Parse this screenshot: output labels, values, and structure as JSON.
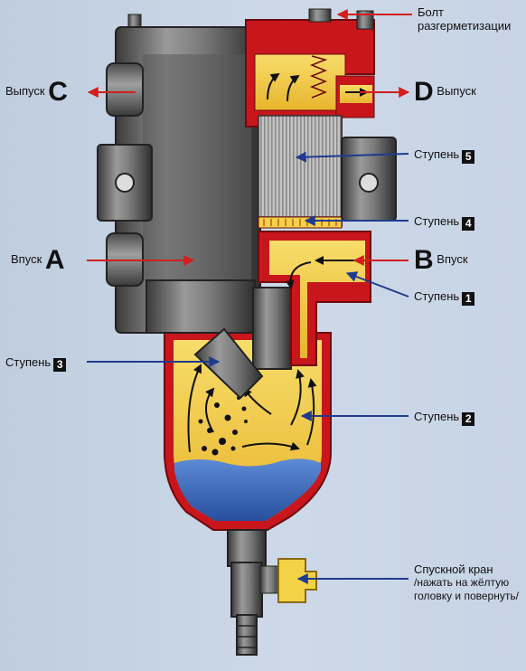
{
  "labels": {
    "bolt": {
      "line1": "Болт",
      "line2": "разгерметизации"
    },
    "outlet_c": {
      "text": "Выпуск",
      "letter": "C"
    },
    "outlet_d": {
      "letter": "D",
      "text": "Выпуск"
    },
    "inlet_a": {
      "text": "Впуск",
      "letter": "A"
    },
    "inlet_b": {
      "letter": "B",
      "text": "Впуск"
    },
    "stage5": {
      "text": "Ступень",
      "num": "5"
    },
    "stage4": {
      "text": "Ступень",
      "num": "4"
    },
    "stage1": {
      "text": "Ступень",
      "num": "1"
    },
    "stage3": {
      "text": "Ступень",
      "num": "3"
    },
    "stage2": {
      "text": "Ступень",
      "num": "2"
    },
    "drain": {
      "line1": "Спускной кран",
      "line2": "/нажать на жёлтую",
      "line3": "головку и повернуть/"
    }
  },
  "colors": {
    "background": "#c9d6e6",
    "housing_red": "#c8161c",
    "fuel_yellow": "#f4d245",
    "water_blue": "#3f6fc0",
    "metal_grey": "#6b6b6b",
    "arrow_red": "#d21e1e",
    "arrow_blue": "#1f3b8f"
  }
}
